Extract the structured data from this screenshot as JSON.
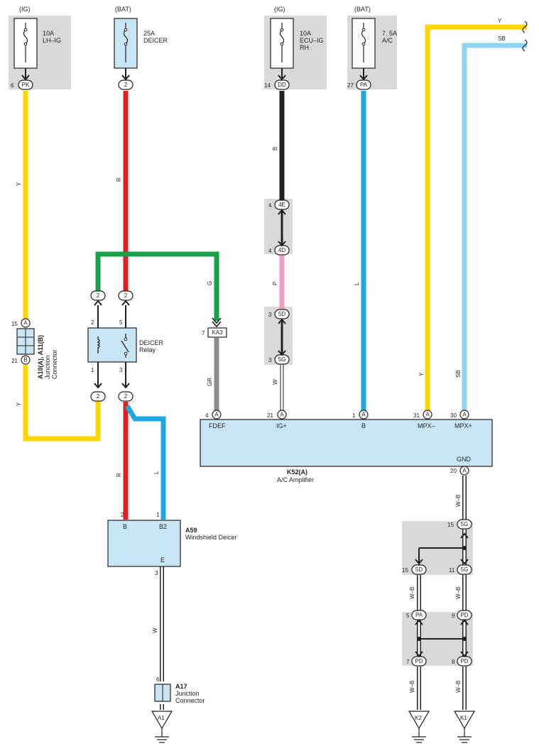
{
  "colors": {
    "yellow": "#ffd500",
    "red": "#e31e24",
    "green": "#1aa04a",
    "blue": "#1ea7e1",
    "lightblue": "#8fd3f0",
    "gray": "#8c8c8c",
    "black": "#231f20",
    "pink": "#f49ac1",
    "white_wire": "#bfbfbf",
    "component_fill": "#c8e6f5",
    "shade": "#d9d9d9"
  },
  "fuses": [
    {
      "source": "(IG)",
      "rating": "10A",
      "name": "LH–IG",
      "pin": "6",
      "conn": "PK"
    },
    {
      "source": "(BAT)",
      "rating": "25A",
      "name": "DEICER",
      "pin": "",
      "conn": "2"
    },
    {
      "source": "(IG)",
      "rating": "10A",
      "name1": "ECU–IG",
      "name2": "RH",
      "pin": "14",
      "conn": "DD"
    },
    {
      "source": "(BAT)",
      "rating": "7. 5A",
      "name": "A/C",
      "pin": "27",
      "conn": "PA"
    }
  ],
  "top_wires": {
    "yellow": "Y",
    "lightblue": "SB"
  },
  "wires": {
    "y": "Y",
    "r": "R",
    "g": "G",
    "b": "B",
    "p": "P",
    "w": "W",
    "l": "L",
    "gr": "GR",
    "sb": "SB",
    "wb": "W–B"
  },
  "junction_a10": {
    "title": "A10(A), A11(B)",
    "sub1": "Junction",
    "sub2": "Connector",
    "pin_top": "15",
    "conn_top": "A",
    "pin_bot": "21",
    "conn_bot": "B"
  },
  "relay": {
    "name": "DEICER",
    "sub": "Relay",
    "p2": "2",
    "p5": "5",
    "p1": "1",
    "p3": "3",
    "conn": "2"
  },
  "ka3": {
    "pin": "7",
    "conn": "KA3"
  },
  "chain": {
    "p4e": "4",
    "c4e": "4E",
    "p4d": "4",
    "c4d": "4D",
    "p5d": "3",
    "c5d": "5D",
    "p5g": "3",
    "c5g": "5G"
  },
  "amplifier": {
    "id": "K52(A)",
    "name": "A/C Amplifier",
    "terminals": [
      {
        "pin": "4",
        "conn": "A",
        "label": "FDEF"
      },
      {
        "pin": "21",
        "conn": "A",
        "label": "IG+"
      },
      {
        "pin": "1",
        "conn": "A",
        "label": "B"
      },
      {
        "pin": "31",
        "conn": "A",
        "label": "MPX–"
      },
      {
        "pin": "30",
        "conn": "A",
        "label": "MPX+"
      }
    ],
    "gnd_label": "GND",
    "gnd_pin": "20",
    "gnd_conn": "A"
  },
  "deicer": {
    "id": "A59",
    "name": "Windshield Deicer",
    "b_label": "B",
    "b2_label": "B2",
    "e_label": "E",
    "pin_b": "2",
    "pin_b2": "1",
    "pin_e": "3"
  },
  "a17": {
    "id": "A17",
    "sub1": "Junction",
    "sub2": "Connector",
    "pin": "6"
  },
  "grounds": {
    "a1": "A1",
    "k2": "K2",
    "k1": "K1"
  },
  "gnd_junctions": {
    "top": {
      "pin": "15",
      "conn": "5G"
    },
    "mid_left": {
      "pin": "15",
      "conn": "5D"
    },
    "mid_right": {
      "pin": "11",
      "conn": "5G"
    },
    "low_left": {
      "pin": "5",
      "conn": "PA"
    },
    "low_right": {
      "pin": "9",
      "conn": "PD"
    },
    "bot_left": {
      "pin": "7",
      "conn": "PD"
    },
    "bot_right": {
      "pin": "8",
      "conn": "PD"
    }
  }
}
